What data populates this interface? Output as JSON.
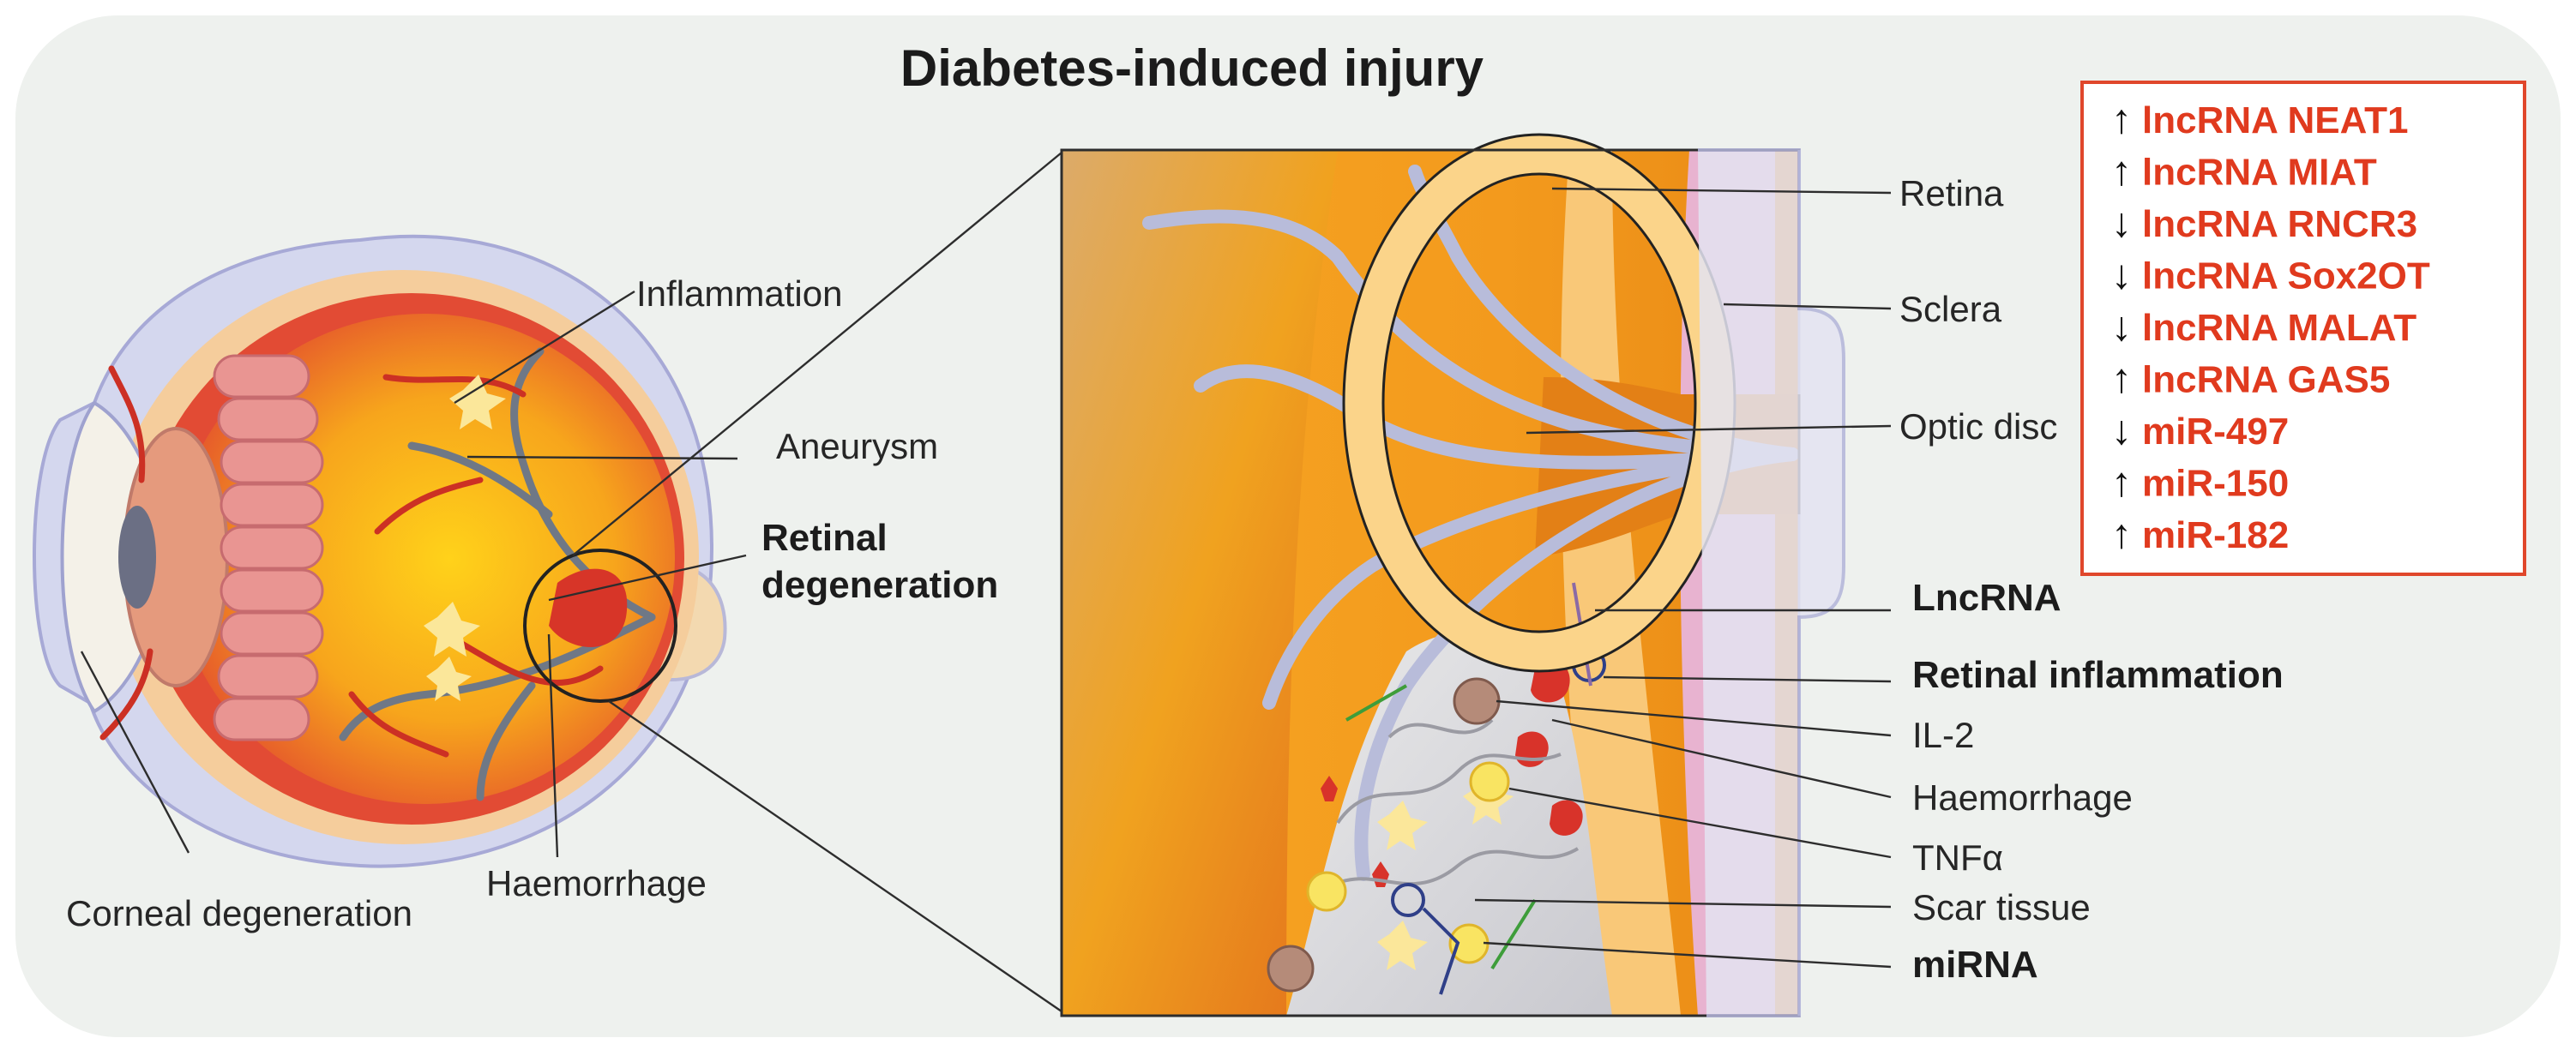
{
  "title": "Diabetes-induced injury",
  "eye_labels": {
    "inflammation": "Inflammation",
    "aneurysm": "Aneurysm",
    "retinal_degeneration_1": "Retinal",
    "retinal_degeneration_2": "degeneration",
    "corneal_degeneration": "Corneal degeneration",
    "haemorrhage": "Haemorrhage"
  },
  "detail_labels": {
    "retina": "Retina",
    "sclera": "Sclera",
    "optic_disc": "Optic disc",
    "lncrna": "LncRNA",
    "retinal_inflammation": "Retinal inflammation",
    "il2": "IL-2",
    "haemorrhage": "Haemorrhage",
    "tnfa": "TNFα",
    "scar_tissue": "Scar tissue",
    "mirna": "miRNA"
  },
  "regulation_list": [
    {
      "arrow": "↑",
      "name": "lncRNA NEAT1"
    },
    {
      "arrow": "↑",
      "name": "lncRNA MIAT"
    },
    {
      "arrow": "↓",
      "name": "lncRNA RNCR3"
    },
    {
      "arrow": "↓",
      "name": "lncRNA Sox2OT"
    },
    {
      "arrow": "↓",
      "name": "lncRNA MALAT"
    },
    {
      "arrow": "↑",
      "name": "lncRNA GAS5"
    },
    {
      "arrow": "↓",
      "name": "miR-497"
    },
    {
      "arrow": "↑",
      "name": "miR-150"
    },
    {
      "arrow": "↑",
      "name": "miR-182"
    }
  ],
  "colors": {
    "background_panel": "#eef1ee",
    "list_border": "#e0472b",
    "list_text": "#e03a1e"
  }
}
